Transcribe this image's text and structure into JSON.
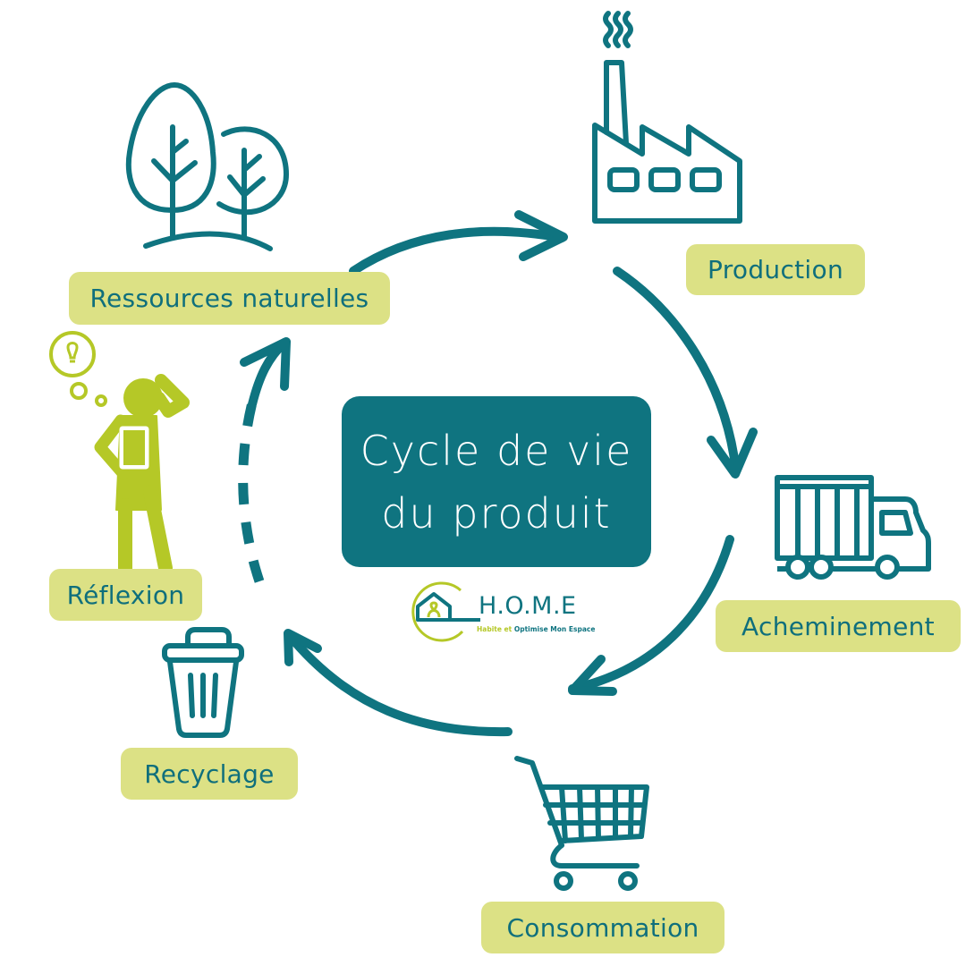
{
  "title": {
    "line1": "Cycle de vie",
    "line2": "du produit"
  },
  "stages": [
    {
      "id": "ressources",
      "label": "Ressources naturelles",
      "icon": "trees-icon"
    },
    {
      "id": "production",
      "label": "Production",
      "icon": "factory-icon"
    },
    {
      "id": "acheminement",
      "label": "Acheminement",
      "icon": "truck-icon"
    },
    {
      "id": "consommation",
      "label": "Consommation",
      "icon": "shopping-cart-icon"
    },
    {
      "id": "recyclage",
      "label": "Recyclage",
      "icon": "trash-can-icon"
    },
    {
      "id": "reflexion",
      "label": "Réflexion",
      "icon": "thinking-person-icon"
    }
  ],
  "logo": {
    "name": "H.O.M.E",
    "tagline_part1": "Habite et ",
    "tagline_part2": "Optimise Mon Espace"
  },
  "colors": {
    "teal": "#0f7480",
    "label_bg": "#dce185",
    "lime": "#b5c827",
    "background": "#ffffff"
  }
}
